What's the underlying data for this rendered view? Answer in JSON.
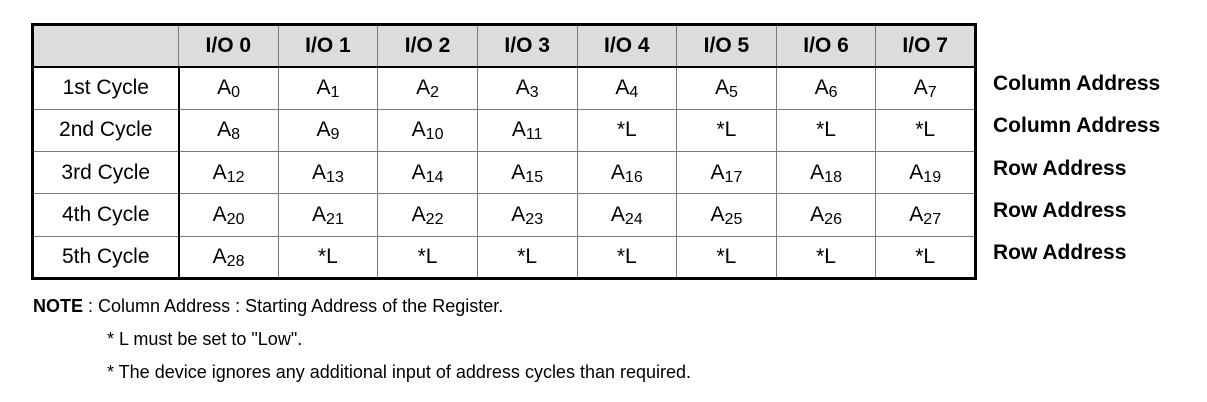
{
  "table": {
    "headers": [
      "",
      "I/O 0",
      "I/O 1",
      "I/O 2",
      "I/O 3",
      "I/O 4",
      "I/O 5",
      "I/O 6",
      "I/O 7"
    ],
    "rows": [
      {
        "cycle": "1st Cycle",
        "cells": [
          {
            "base": "A",
            "sub": "0"
          },
          {
            "base": "A",
            "sub": "1"
          },
          {
            "base": "A",
            "sub": "2"
          },
          {
            "base": "A",
            "sub": "3"
          },
          {
            "base": "A",
            "sub": "4"
          },
          {
            "base": "A",
            "sub": "5"
          },
          {
            "base": "A",
            "sub": "6"
          },
          {
            "base": "A",
            "sub": "7"
          }
        ],
        "type": "Column Address"
      },
      {
        "cycle": "2nd Cycle",
        "cells": [
          {
            "base": "A",
            "sub": "8"
          },
          {
            "base": "A",
            "sub": "9"
          },
          {
            "base": "A",
            "sub": "10"
          },
          {
            "base": "A",
            "sub": "11"
          },
          {
            "base": "*L",
            "sub": ""
          },
          {
            "base": "*L",
            "sub": ""
          },
          {
            "base": "*L",
            "sub": ""
          },
          {
            "base": "*L",
            "sub": ""
          }
        ],
        "type": "Column Address"
      },
      {
        "cycle": "3rd Cycle",
        "cells": [
          {
            "base": "A",
            "sub": "12"
          },
          {
            "base": "A",
            "sub": "13"
          },
          {
            "base": "A",
            "sub": "14"
          },
          {
            "base": "A",
            "sub": "15"
          },
          {
            "base": "A",
            "sub": "16"
          },
          {
            "base": "A",
            "sub": "17"
          },
          {
            "base": "A",
            "sub": "18"
          },
          {
            "base": "A",
            "sub": "19"
          }
        ],
        "type": "Row Address"
      },
      {
        "cycle": "4th Cycle",
        "cells": [
          {
            "base": "A",
            "sub": "20"
          },
          {
            "base": "A",
            "sub": "21"
          },
          {
            "base": "A",
            "sub": "22"
          },
          {
            "base": "A",
            "sub": "23"
          },
          {
            "base": "A",
            "sub": "24"
          },
          {
            "base": "A",
            "sub": "25"
          },
          {
            "base": "A",
            "sub": "26"
          },
          {
            "base": "A",
            "sub": "27"
          }
        ],
        "type": "Row Address"
      },
      {
        "cycle": "5th Cycle",
        "cells": [
          {
            "base": "A",
            "sub": "28"
          },
          {
            "base": "*L",
            "sub": ""
          },
          {
            "base": "*L",
            "sub": ""
          },
          {
            "base": "*L",
            "sub": ""
          },
          {
            "base": "*L",
            "sub": ""
          },
          {
            "base": "*L",
            "sub": ""
          },
          {
            "base": "*L",
            "sub": ""
          },
          {
            "base": "*L",
            "sub": ""
          }
        ],
        "type": "Row Address"
      }
    ]
  },
  "note": {
    "label": "NOTE",
    "line1": " : Column Address : Starting Address of the Register.",
    "line2": "* L must be set to \"Low\".",
    "line3": "* The device ignores any additional input of address cycles than required."
  }
}
